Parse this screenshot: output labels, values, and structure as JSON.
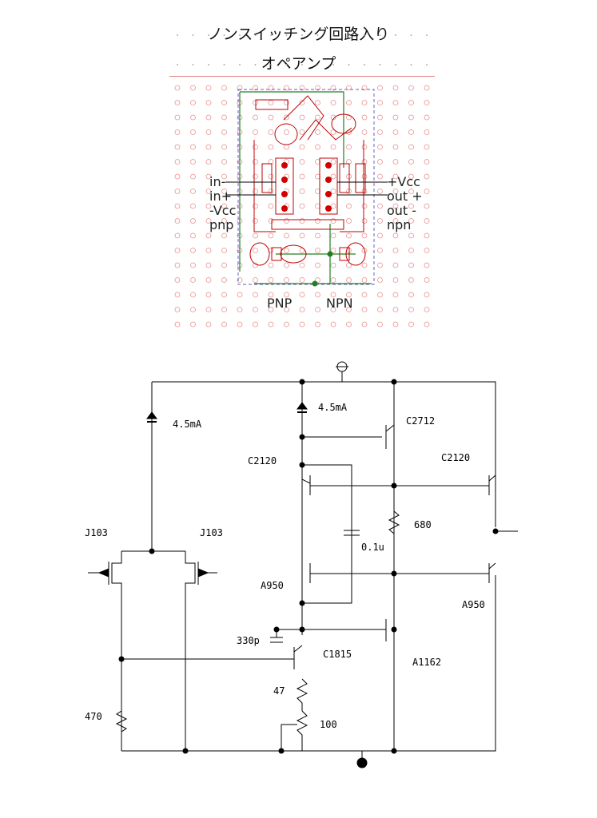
{
  "title": {
    "line1": "ノンスイッチング回路入り",
    "line2": "オペアンプ"
  },
  "board": {
    "left_pins": [
      "in-",
      "in+",
      "-Vcc",
      "pnp"
    ],
    "right_pins": [
      "+Vcc",
      "out +",
      "out -",
      "npn"
    ],
    "bottom_labels": [
      "PNP",
      "NPN"
    ]
  },
  "schematic": {
    "labels": {
      "current_left": "4.5mA",
      "current_right": "4.5mA",
      "j103_left": "J103",
      "j103_right": "J103",
      "c2120_left": "C2120",
      "c2120_right": "C2120",
      "c2712": "C2712",
      "r680": "680",
      "cap_01u": "0.1u",
      "a950_left": "A950",
      "a950_right": "A950",
      "cap_330p": "330p",
      "c1815": "C1815",
      "a1162": "A1162",
      "r47": "47",
      "r470": "470",
      "r100": "100"
    }
  },
  "colors": {
    "board_dot": "#e89090",
    "trace_red": "#c00000",
    "trace_green": "#208020",
    "outline_blue": "#6060c0",
    "pad_red": "#d00000",
    "schematic_line": "#000000"
  }
}
